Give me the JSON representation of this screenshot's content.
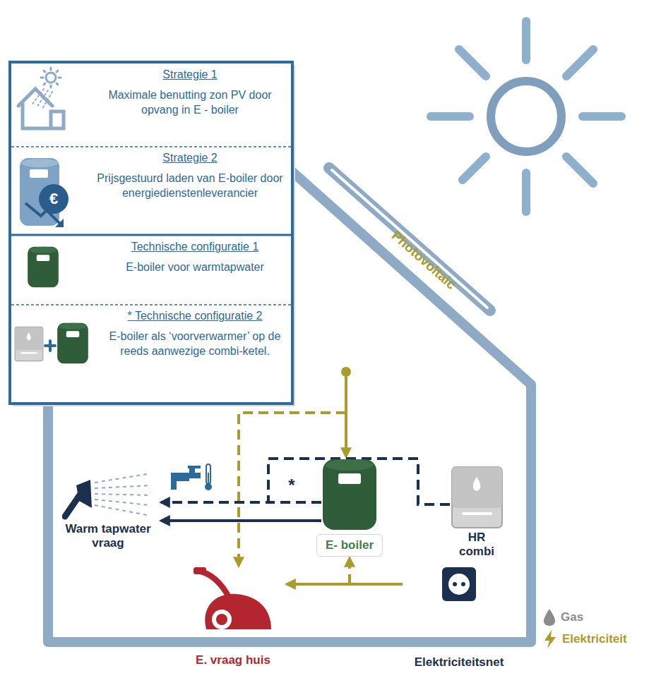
{
  "diagram": {
    "nodes": [
      {
        "text": [
          "Strategie 1",
          "Maximale benutting zon PV door opvang in E - boiler"
        ]
      },
      {
        "text": [
          "Strategie 2",
          "Prijsgestuurd laden van E-boiler door energiedienstenleverancier"
        ]
      },
      {
        "text": [
          "Technische configuratie 1",
          "E-boiler voor warmtapwater"
        ]
      },
      {
        "text": [
          "* Technische configuratie 2",
          "E-boiler als ‘voorverwarmer’ op de reeds aanwezige combi-ketel."
        ]
      },
      {
        "text": [
          "Photovoltaic"
        ]
      },
      {
        "text": [
          "Warm tapwater vraag"
        ]
      },
      {
        "text": [
          "E- boiler"
        ]
      },
      {
        "text": [
          "HR combi"
        ]
      },
      {
        "text": [
          "Elektriciteitsnet"
        ]
      },
      {
        "text": [
          "E. vraag huis"
        ]
      }
    ],
    "edges": [
      {
        "from": 4,
        "to": 6,
        "arrow": "to"
      },
      {
        "from": 4,
        "to": 9,
        "arrow": "to"
      },
      {
        "from": 6,
        "to": 5,
        "arrow": "to"
      },
      {
        "from": 7,
        "to": 5,
        "arrow": "to"
      },
      {
        "from": 8,
        "to": 9,
        "arrow": "to"
      },
      {
        "from": 8,
        "to": 6,
        "arrow": "to"
      }
    ],
    "labels": [
      "€",
      "*"
    ],
    "legend": [
      {
        "text": "Gas"
      },
      {
        "text": "Elektriciteit"
      }
    ]
  }
}
